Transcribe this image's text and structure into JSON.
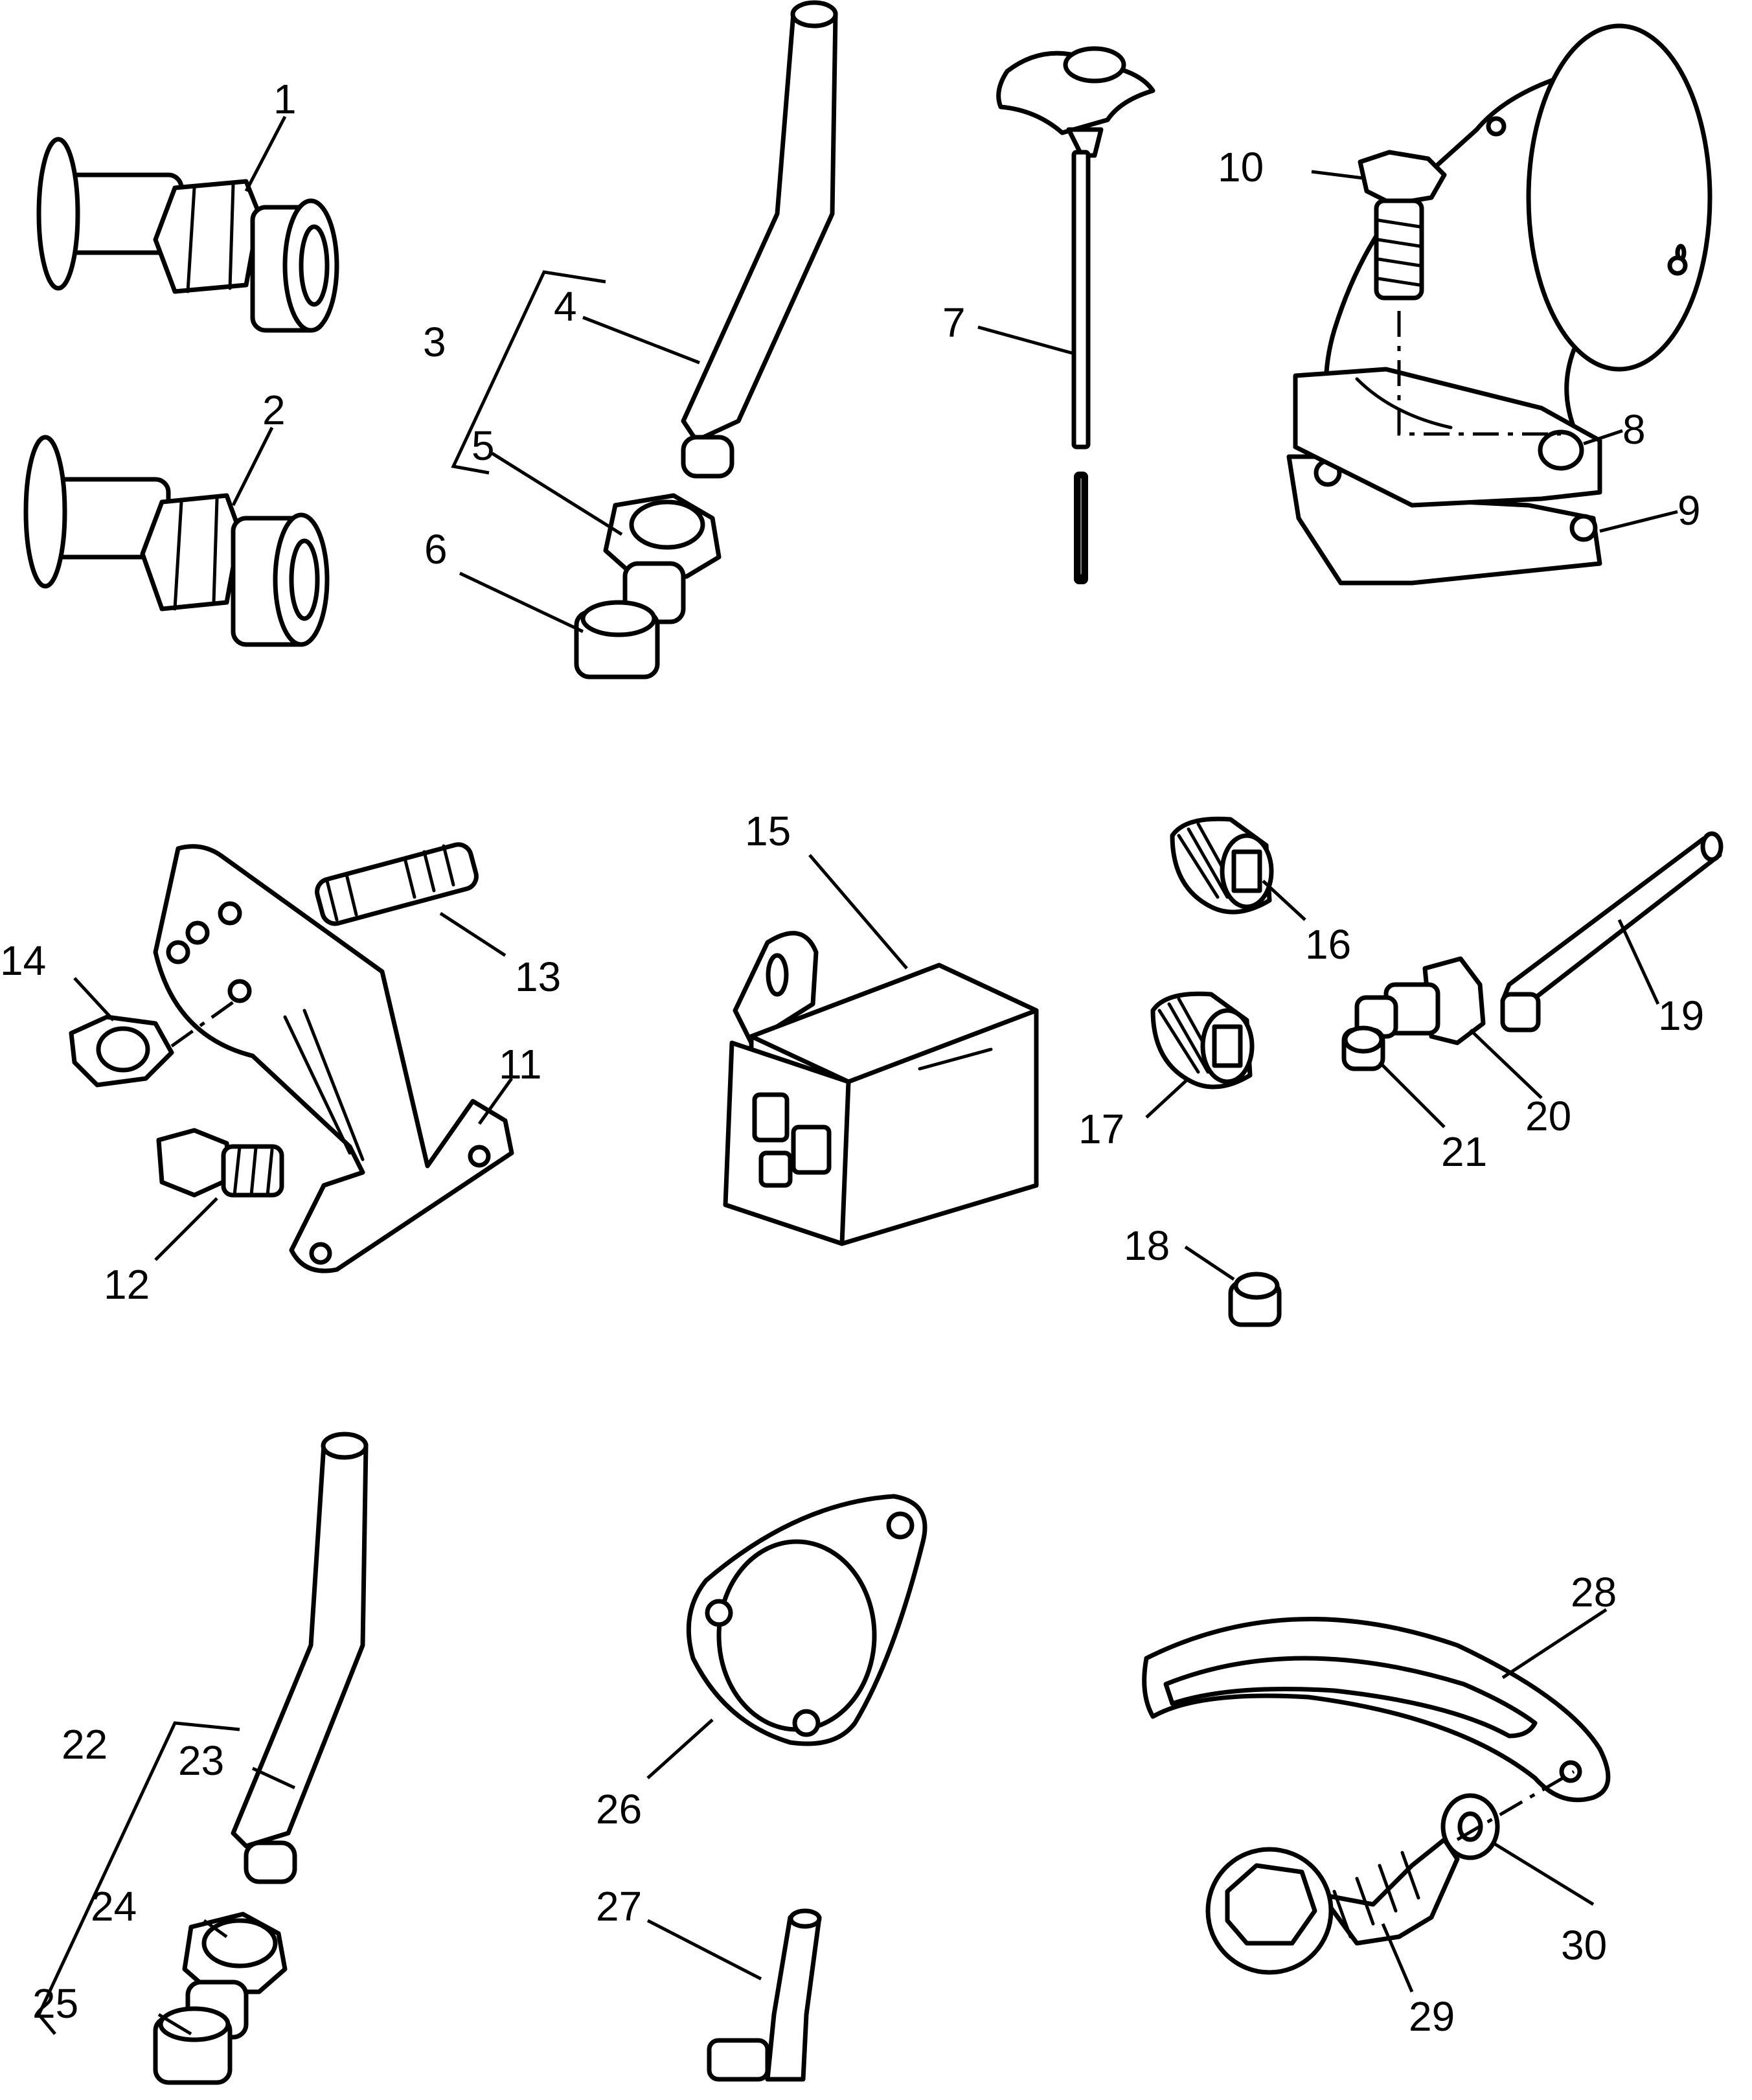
{
  "callouts": {
    "c1": "1",
    "c2": "2",
    "c3": "3",
    "c4": "4",
    "c5": "5",
    "c6": "6",
    "c7": "7",
    "c8": "8",
    "c9": "9",
    "c10": "10",
    "c11": "11",
    "c12": "12",
    "c13": "13",
    "c14": "14",
    "c15": "15",
    "c16": "16",
    "c17": "17",
    "c18": "18",
    "c19": "19",
    "c20": "20",
    "c21": "21",
    "c22": "22",
    "c23": "23",
    "c24": "24",
    "c25": "25",
    "c26": "26",
    "c27": "27",
    "c28": "28",
    "c29": "29",
    "c30": "30"
  },
  "colors": {
    "line": "#000000",
    "paper": "#ffffff"
  }
}
